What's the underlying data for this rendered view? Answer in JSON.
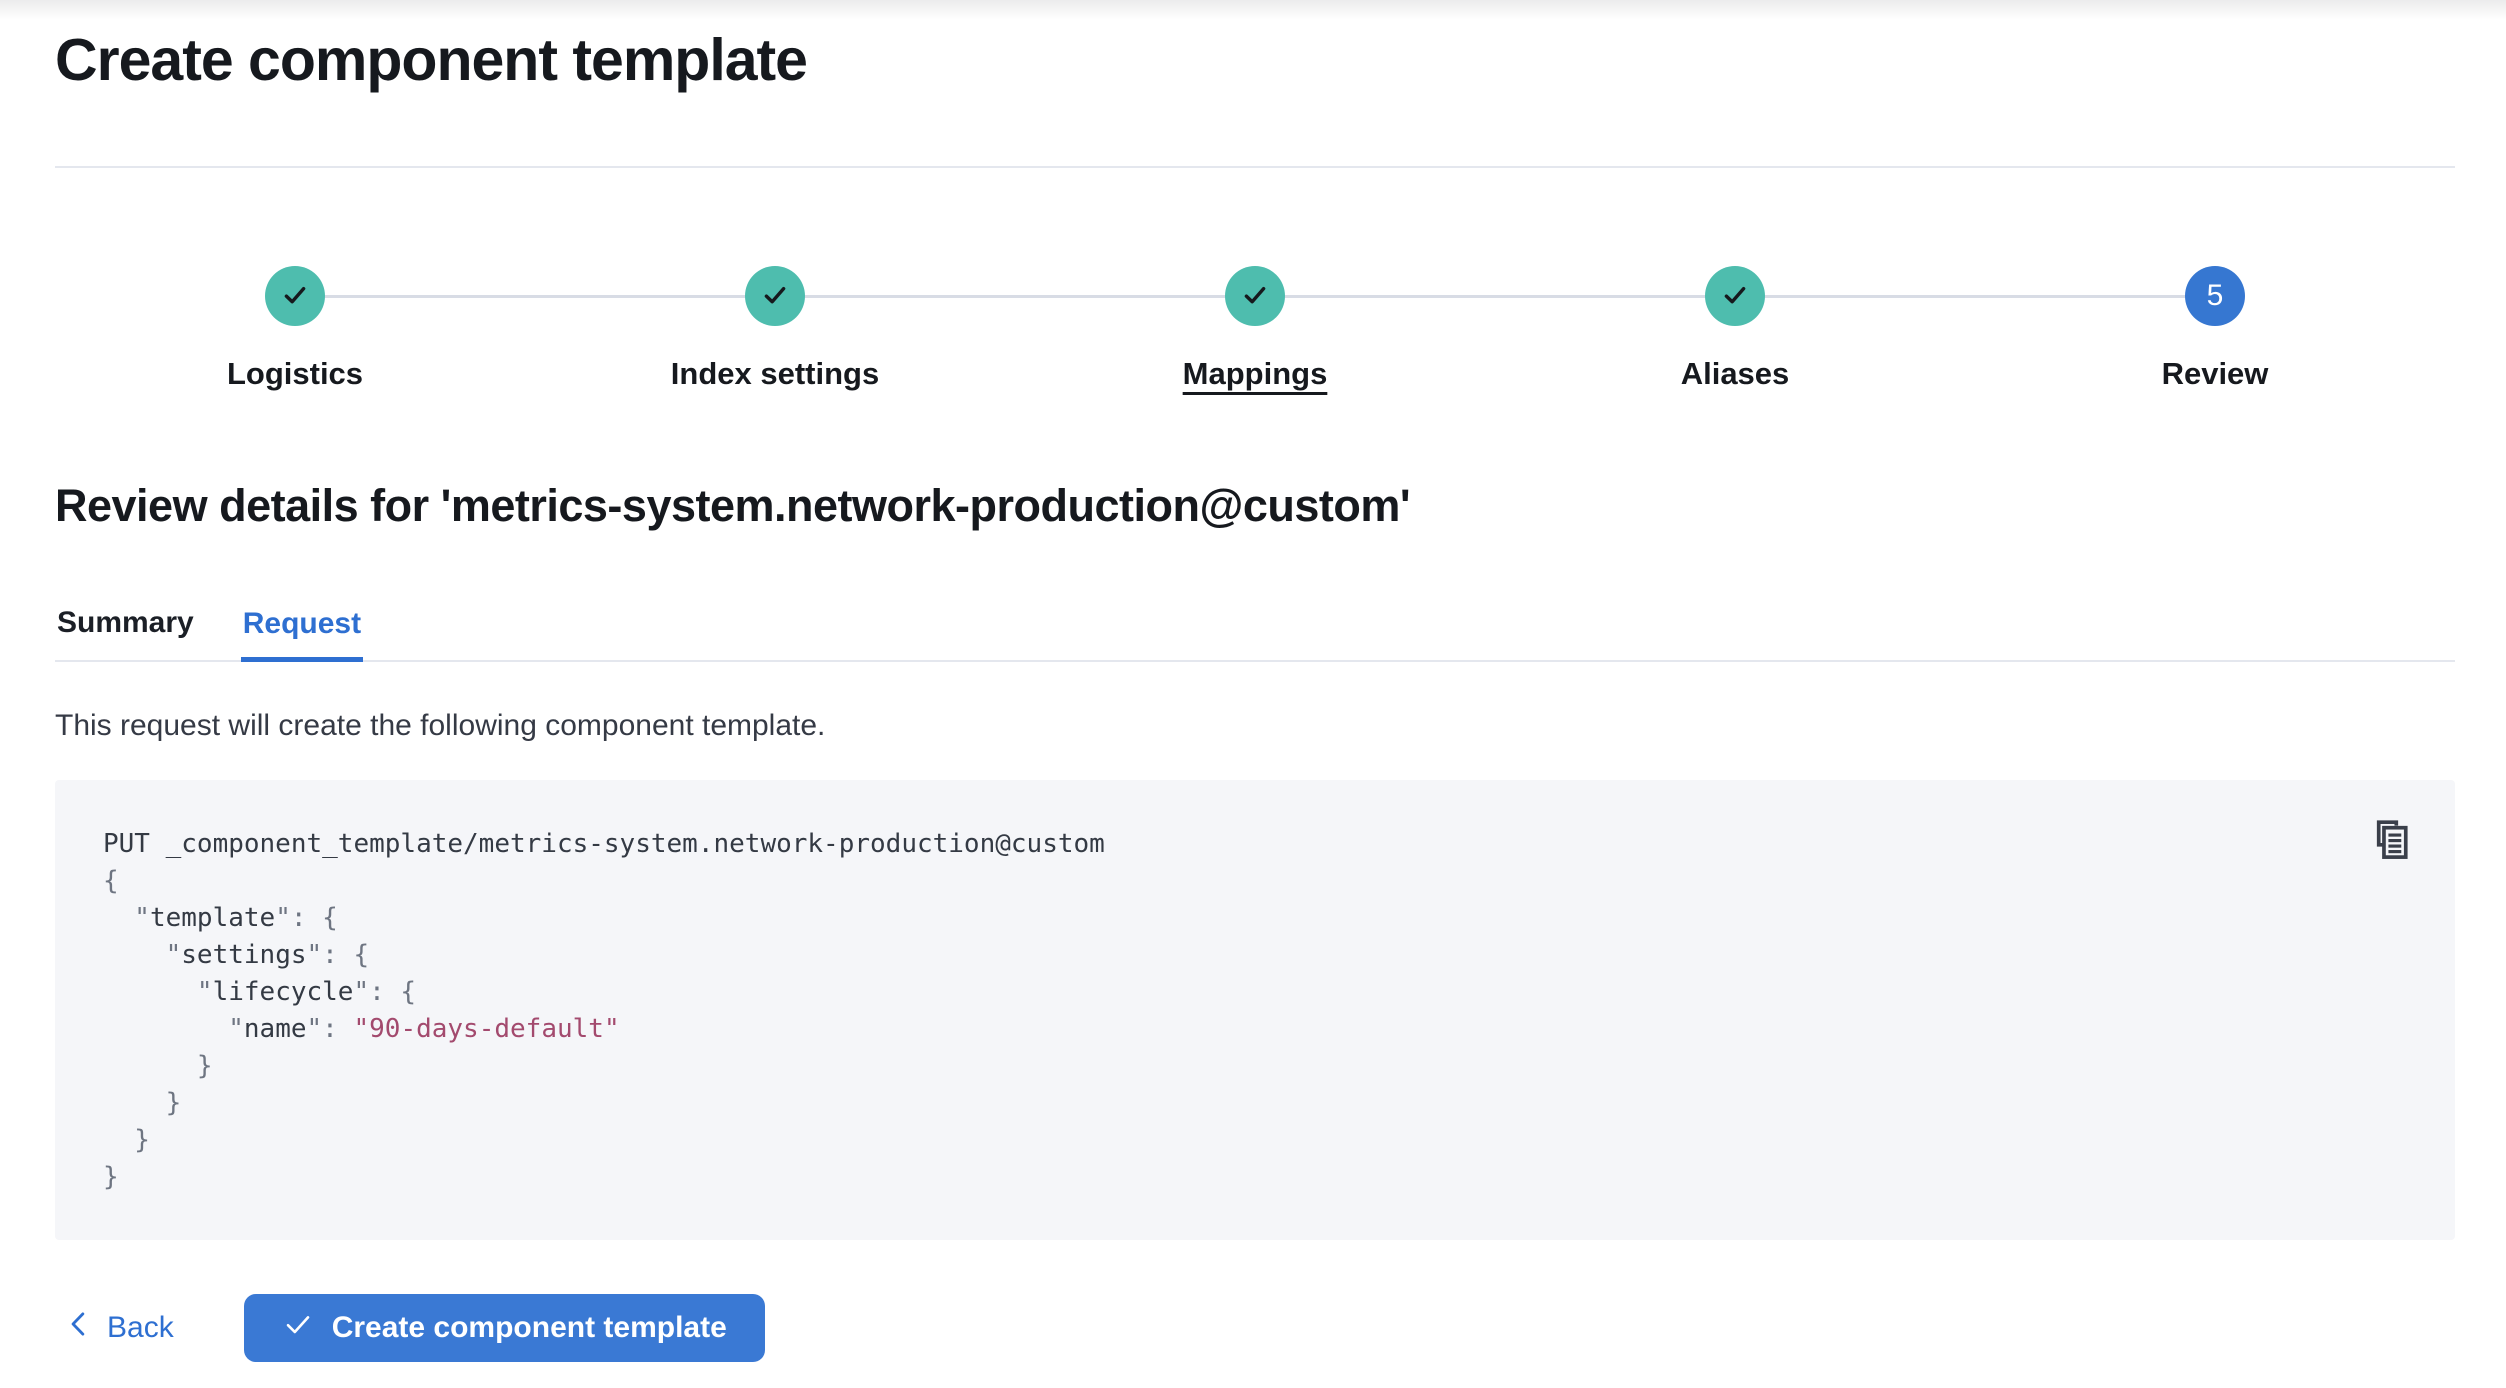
{
  "page": {
    "title": "Create component template"
  },
  "stepper": {
    "steps": [
      {
        "label": "Logistics",
        "status": "complete"
      },
      {
        "label": "Index settings",
        "status": "complete"
      },
      {
        "label": "Mappings",
        "status": "complete",
        "underlined": true
      },
      {
        "label": "Aliases",
        "status": "complete"
      },
      {
        "label": "Review",
        "status": "current",
        "number": "5"
      }
    ]
  },
  "review": {
    "heading": "Review details for 'metrics-system.network-production@custom'",
    "tabs": [
      {
        "label": "Summary",
        "active": false
      },
      {
        "label": "Request",
        "active": true
      }
    ],
    "intro": "This request will create the following component template."
  },
  "code_block": {
    "copy_icon": "copy-clipboard-icon",
    "lines": [
      [
        {
          "c": "plain",
          "t": "PUT _component_template/metrics-system.network-production@custom"
        }
      ],
      [
        {
          "c": "punct",
          "t": "{"
        }
      ],
      [
        {
          "c": "punct",
          "t": "  \""
        },
        {
          "c": "key",
          "t": "template"
        },
        {
          "c": "punct",
          "t": "\": {"
        }
      ],
      [
        {
          "c": "punct",
          "t": "    \""
        },
        {
          "c": "key",
          "t": "settings"
        },
        {
          "c": "punct",
          "t": "\": {"
        }
      ],
      [
        {
          "c": "punct",
          "t": "      \""
        },
        {
          "c": "key",
          "t": "lifecycle"
        },
        {
          "c": "punct",
          "t": "\": {"
        }
      ],
      [
        {
          "c": "punct",
          "t": "        \""
        },
        {
          "c": "key",
          "t": "name"
        },
        {
          "c": "punct",
          "t": "\": "
        },
        {
          "c": "string",
          "t": "\"90-days-default\""
        }
      ],
      [
        {
          "c": "punct",
          "t": "      }"
        }
      ],
      [
        {
          "c": "punct",
          "t": "    }"
        }
      ],
      [
        {
          "c": "punct",
          "t": "  }"
        }
      ],
      [
        {
          "c": "punct",
          "t": "}"
        }
      ]
    ]
  },
  "footer": {
    "back_label": "Back",
    "create_label": "Create component template"
  },
  "colors": {
    "step_complete": "#4ebdae",
    "step_current": "#3677d1",
    "primary_link": "#2e6fd1",
    "button": "#3a79d4",
    "code_background": "#f5f6f9",
    "code_string": "#a34a6e"
  }
}
